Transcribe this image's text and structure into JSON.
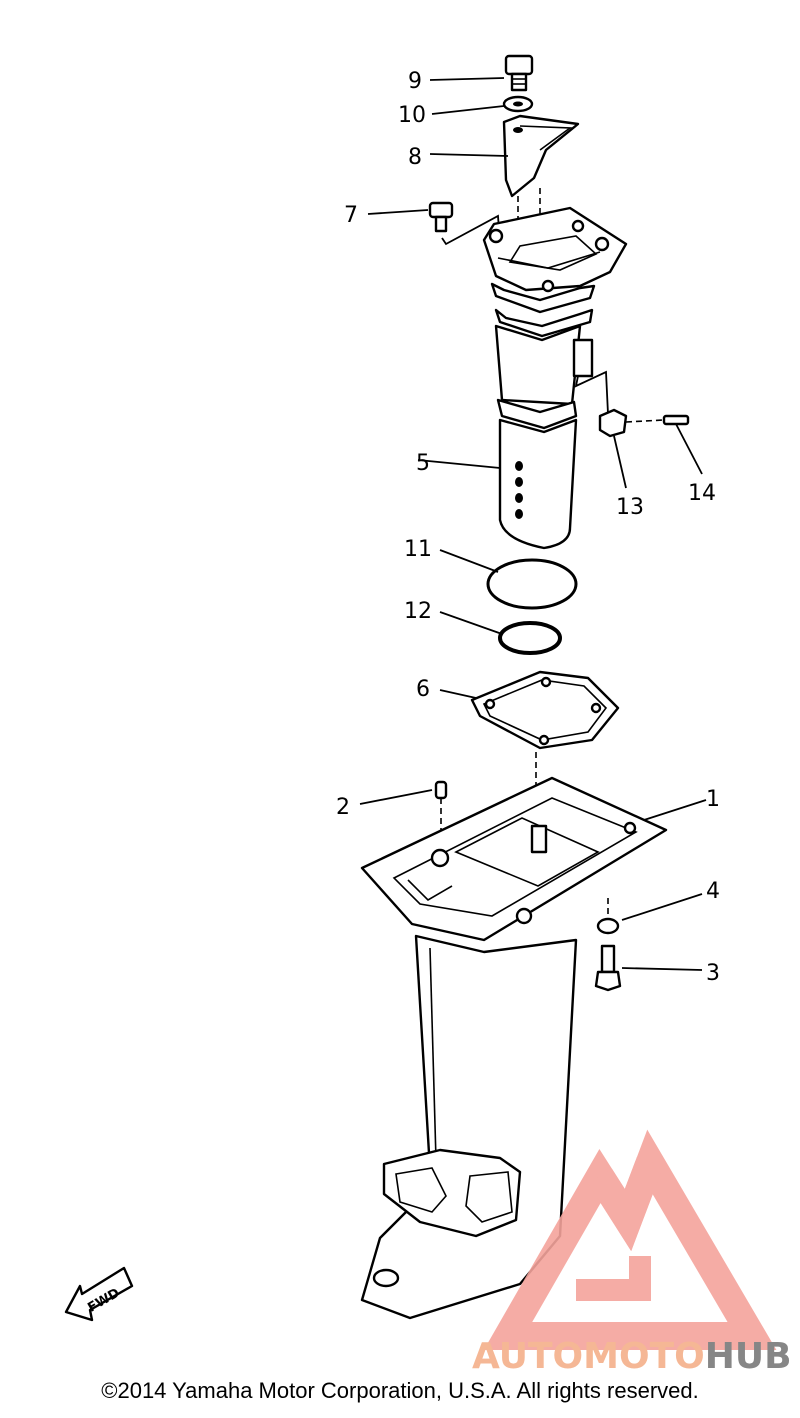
{
  "callouts": [
    "1",
    "2",
    "3",
    "4",
    "5",
    "6",
    "7",
    "8",
    "9",
    "10",
    "11",
    "12",
    "13",
    "14"
  ],
  "direction_label": "FWD",
  "watermark": {
    "part1": "AUTOMOTO",
    "part2": "HUB",
    "color_primary": "#f4a49c",
    "color_secondary": "#7a7a7a",
    "accent_yellow": "#f6c453"
  },
  "copyright": "©2014 Yamaha Motor Corporation, U.S.A. All rights reserved."
}
